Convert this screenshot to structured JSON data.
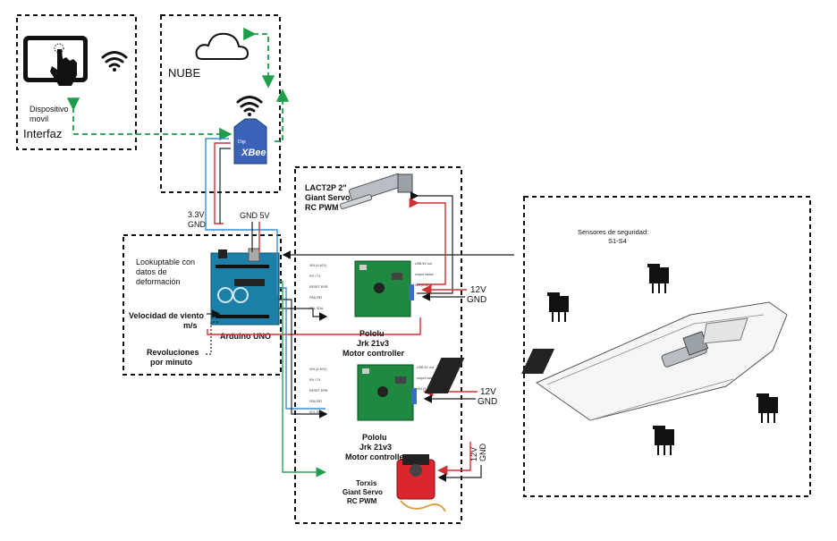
{
  "device": {
    "line1": "Dispositivo",
    "line2": "movil",
    "label": "Interfaz"
  },
  "cloud": {
    "label": "NUBE"
  },
  "xbee": {
    "brand": "Digi",
    "label": "XBee"
  },
  "power": {
    "v33": "3.3V",
    "gnd1": "GND",
    "gnd5v": "GND  5V"
  },
  "arduino": {
    "lookup_line1": "Lookuptable con",
    "lookup_line2": "datos de",
    "lookup_line3": "deformación",
    "wind_line1": "Velocidad de viento",
    "wind_line2": "m/s",
    "rev_line1": "Revoluciones",
    "rev_line2": "por minuto",
    "label": "Arduino UNO"
  },
  "lact": {
    "line1": "LACT2P 2\"",
    "line2": "Giant Servo",
    "line3": "RC PWM"
  },
  "jrk1": {
    "line1": "Pololu",
    "line2": "Jrk 21v3",
    "line3": "Motor controller",
    "v12": "12V",
    "gnd": "GND"
  },
  "jrk2": {
    "line1": "Pololu",
    "line2": "Jrk 21v3",
    "line3": "Motor controller",
    "v12": "12V",
    "gnd": "GND"
  },
  "torxis": {
    "line1": "Torxis",
    "line2": "Giant Servo",
    "line3": "RC PWM",
    "v12": "12V",
    "gnd": "GND"
  },
  "sensors": {
    "line1": "Sensores de seguridad:",
    "line2": "S1-S4"
  },
  "colors": {
    "green_link": "#1f9e4a",
    "blue_wire": "#3a8fd0",
    "red_wire": "#d23030",
    "pcb": "#1f8a3f",
    "xbee": "#3a63b8"
  }
}
